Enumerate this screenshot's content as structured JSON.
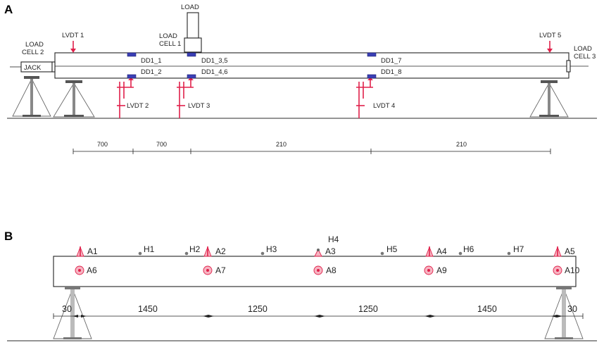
{
  "panels": {
    "a": {
      "letter": "A",
      "labels": {
        "load": "LOAD",
        "load_cell_1": [
          "LOAD",
          "CELL 1"
        ],
        "load_cell_2": [
          "LOAD",
          "CELL 2"
        ],
        "load_cell_3": [
          "LOAD",
          "CELL 3"
        ],
        "jack": "JACK"
      },
      "lvdts": [
        "LVDT 1",
        "LVDT 2",
        "LVDT 3",
        "LVDT 4",
        "LVDT 5"
      ],
      "gauges_top": [
        "DD1_1",
        "DD1_3,5",
        "DD1_7"
      ],
      "gauges_bottom": [
        "DD1_2",
        "DD1_4,6",
        "DD1_8"
      ],
      "dimensions": [
        "700",
        "700",
        "210",
        "210"
      ]
    },
    "b": {
      "letter": "B",
      "top_sensors": [
        "A1",
        "A2",
        "A3",
        "A4",
        "A5"
      ],
      "front_sensors": [
        "A6",
        "A7",
        "A8",
        "A9",
        "A10"
      ],
      "h_markers": [
        "H1",
        "H2",
        "H3",
        "H4",
        "H5",
        "H6",
        "H7"
      ],
      "dimensions": [
        "30",
        "1450",
        "1250",
        "1250",
        "1450",
        "30"
      ]
    }
  },
  "colors": {
    "sensor_red": "#e0204a",
    "gauge_blue": "#3a3fb5",
    "line": "#222222"
  }
}
